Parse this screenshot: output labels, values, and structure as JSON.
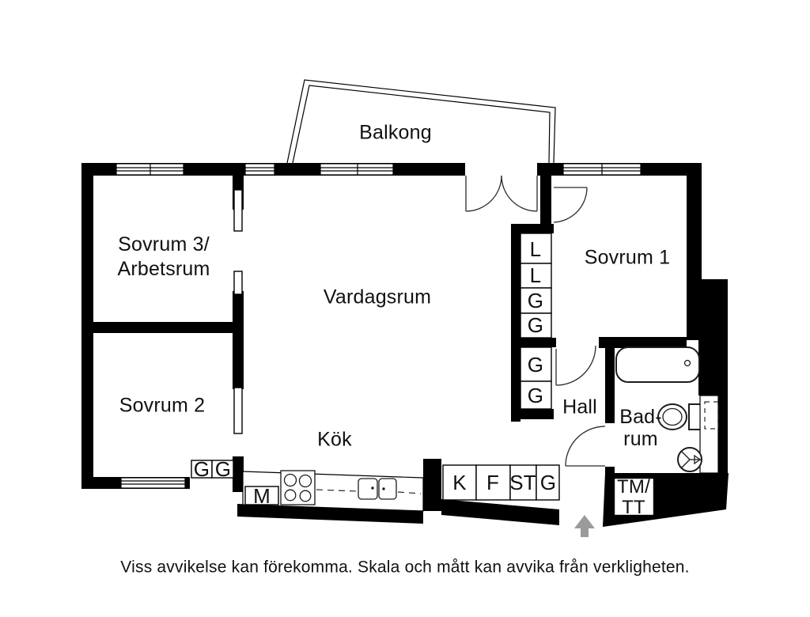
{
  "disclaimer": "Viss avvikelse kan förekomma. Skala och mått kan avvika från verkligheten.",
  "rooms": {
    "balkong": "Balkong",
    "sovrum3_line1": "Sovrum 3/",
    "sovrum3_line2": "Arbetsrum",
    "vardagsrum": "Vardagsrum",
    "sovrum1": "Sovrum 1",
    "sovrum2": "Sovrum 2",
    "kok": "Kök",
    "hall": "Hall",
    "badrum_line1": "Bad-",
    "badrum_line2": "rum"
  },
  "closets": {
    "column_upper": [
      "L",
      "L",
      "G",
      "G"
    ],
    "column_lower": [
      "G",
      "G"
    ],
    "sovrum2_pair": [
      "G",
      "G"
    ]
  },
  "kitchen": {
    "microwave": "M",
    "appliance_row": [
      "K",
      "F",
      "ST",
      "G"
    ]
  },
  "laundry": {
    "line1": "TM/",
    "line2": "TT"
  },
  "colors": {
    "wall": "#000000",
    "background": "#ffffff",
    "entrance_arrow": "#9b9b9b"
  }
}
